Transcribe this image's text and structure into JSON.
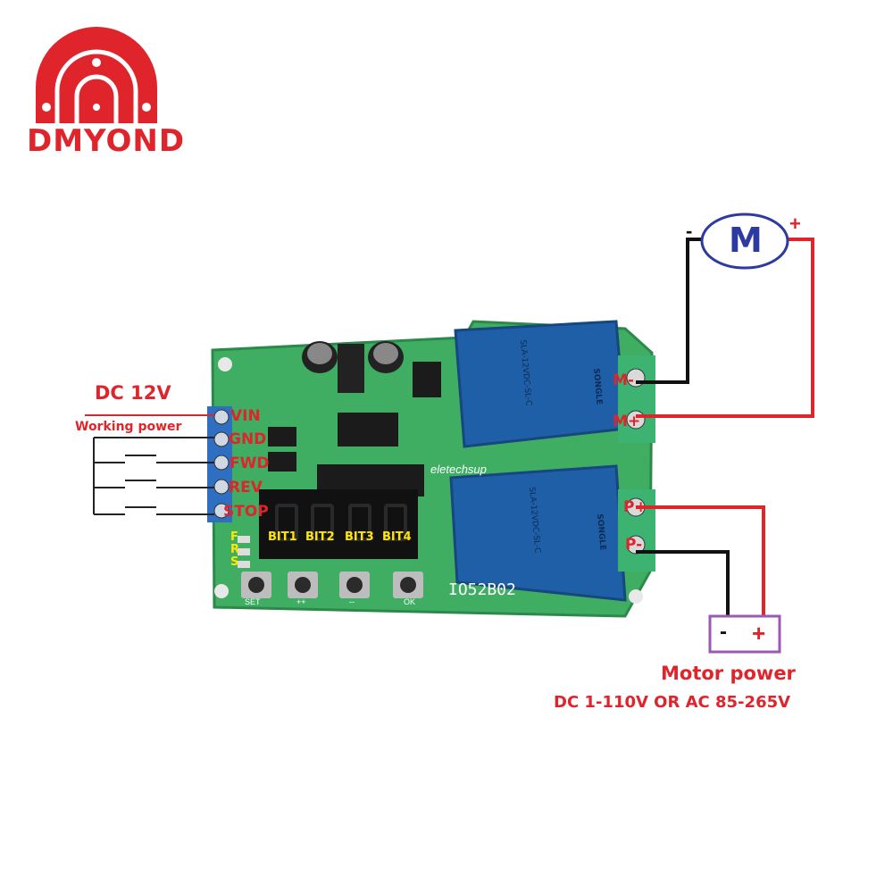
{
  "logo": {
    "brand": "DMYOND"
  },
  "power_input": {
    "voltage": "DC 12V",
    "description": "Working power"
  },
  "terminals_left": [
    "VIN",
    "GND",
    "FWD",
    "REV",
    "STOP"
  ],
  "terminals_right": [
    "M-",
    "M+",
    "P+",
    "P-"
  ],
  "motor": {
    "symbol": "M",
    "minus": "-",
    "plus": "+"
  },
  "display": {
    "bits": [
      "BIT1",
      "BIT2",
      "BIT3",
      "BIT4"
    ],
    "leds": [
      "F",
      "R",
      "S"
    ]
  },
  "buttons": [
    "SET",
    "++",
    "--",
    "OK"
  ],
  "board": {
    "brand": "eletechsup",
    "model": "IO52B02"
  },
  "relays": [
    {
      "model": "SLA-12VDC-SL-C",
      "brand": "SONGLE"
    },
    {
      "model": "SLA-12VDC-SL-C",
      "brand": "SONGLE"
    }
  ],
  "supply": {
    "minus": "-",
    "plus": "+",
    "title": "Motor power",
    "spec": "DC 1-110V OR AC 85-265V"
  },
  "colors": {
    "accent": "#e0242b",
    "pcb": "#3fae62",
    "relay": "#1f5fa8",
    "terminal": "#3cb371"
  }
}
